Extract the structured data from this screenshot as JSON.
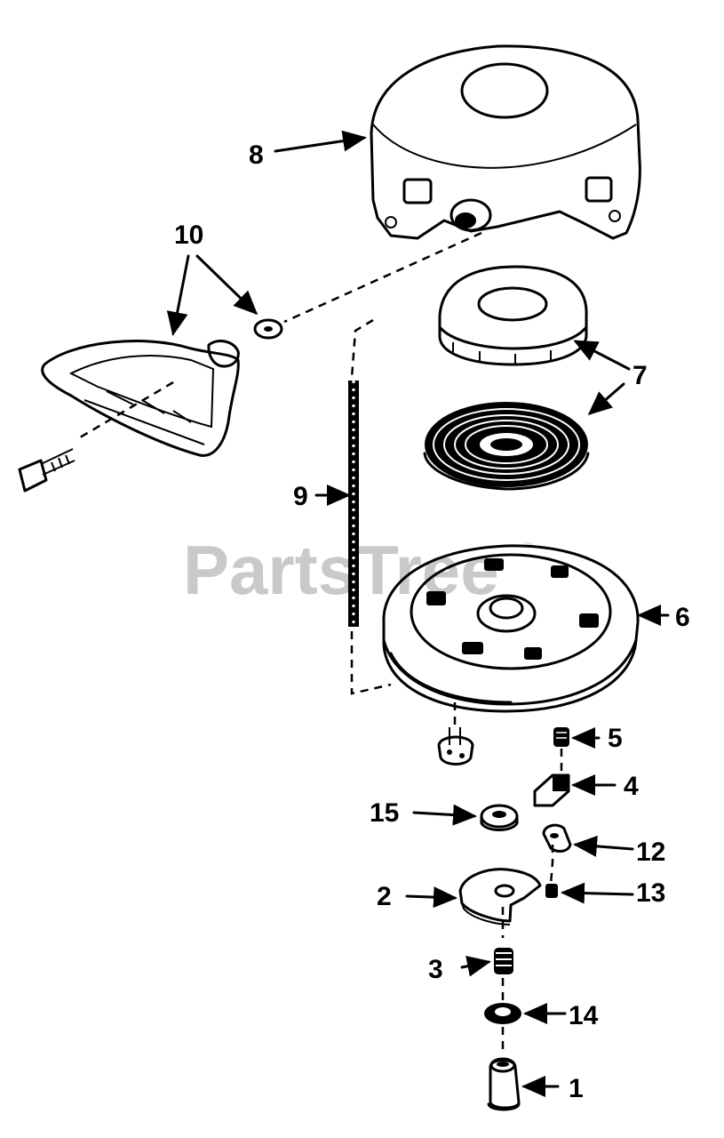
{
  "watermark": {
    "text": "PartsTree",
    "trademark": "™"
  },
  "callouts": {
    "c1": "1",
    "c2": "2",
    "c3": "3",
    "c4": "4",
    "c5": "5",
    "c6": "6",
    "c7": "7",
    "c8": "8",
    "c9": "9",
    "c10": "10",
    "c12": "12",
    "c13": "13",
    "c14": "14",
    "c15": "15"
  }
}
